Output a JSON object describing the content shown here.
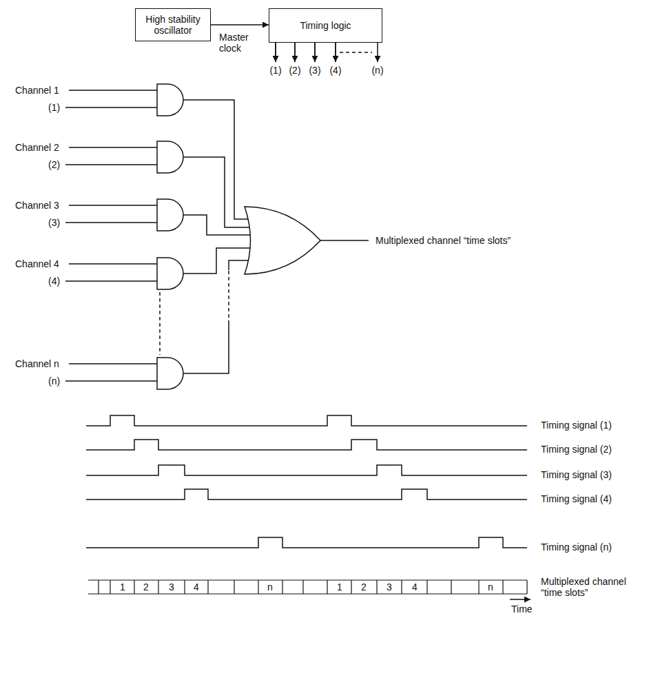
{
  "diagram": {
    "nodes": [
      {
        "text": [
          "High stability oscillator"
        ]
      },
      {
        "text": [
          "Timing logic"
        ]
      }
    ],
    "edges": [
      {
        "from": 0,
        "to": 1,
        "arrow": "to",
        "label": "Master clock"
      }
    ],
    "labels": [
      "(1)",
      "(2)",
      "(3)",
      "(4)",
      "(n)",
      "Channel 1",
      "(1)",
      "Channel 2",
      "(2)",
      "Channel 3",
      "(3)",
      "Channel 4",
      "(4)",
      "Channel n",
      "(n)",
      "Multiplexed channel “time slots”",
      "Timing signal (1)",
      "Timing signal (2)",
      "Timing signal (3)",
      "Timing signal (4)",
      "Timing signal (n)",
      "1",
      "2",
      "3",
      "4",
      "n",
      "1",
      "2",
      "3",
      "4",
      "n",
      "Multiplexed channel “time slots”",
      "Time"
    ]
  }
}
